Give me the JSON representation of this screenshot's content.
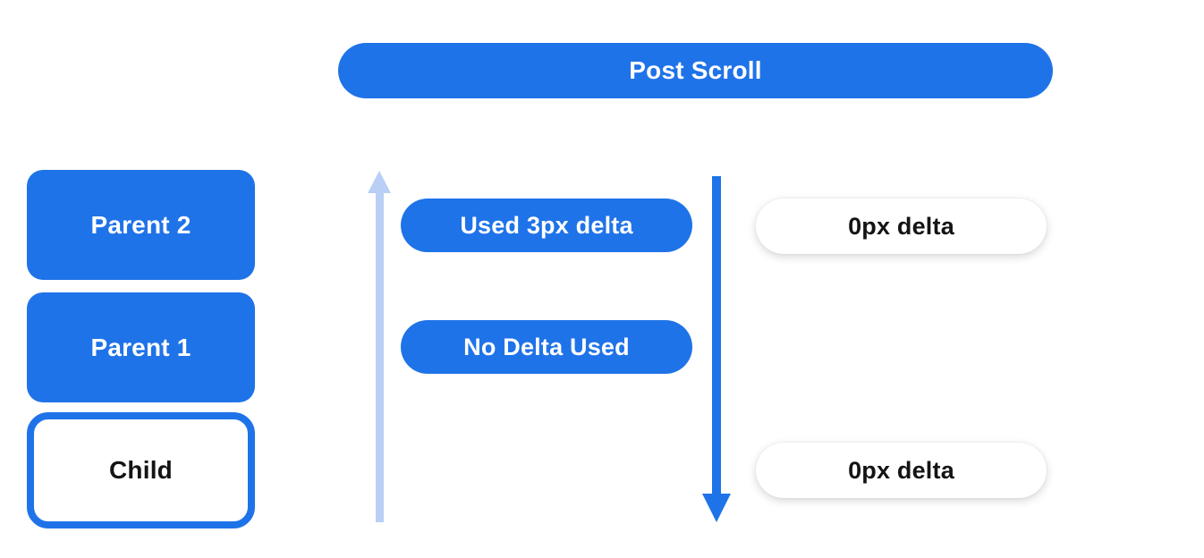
{
  "diagram": {
    "title": "Post Scroll",
    "widget_stack": {
      "parent2_label": "Parent 2",
      "parent1_label": "Parent 1",
      "child_label": "Child"
    },
    "annotations": {
      "used_delta": "Used 3px delta",
      "no_delta": "No Delta Used",
      "zero_delta_top": "0px delta",
      "zero_delta_bottom": "0px delta"
    },
    "arrows": {
      "up": {
        "direction": "up",
        "meaning": "upward scroll extent",
        "color": "#B9CFF5"
      },
      "down": {
        "direction": "down",
        "meaning": "downward scroll extent",
        "color": "#1F73E8"
      }
    }
  },
  "colors": {
    "primary_blue": "#1F73E8",
    "light_blue": "#B9CFF5",
    "background": "#FFFFFF",
    "pill_text_light": "#FFFFFF",
    "pill_text_dark": "#141414"
  }
}
